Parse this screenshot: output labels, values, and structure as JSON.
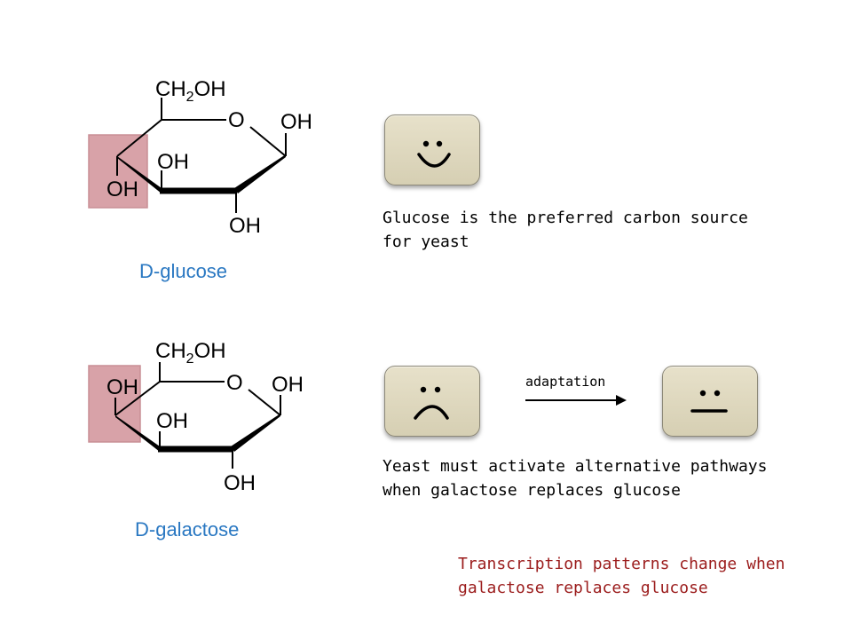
{
  "glucose": {
    "label": "D-glucose",
    "groups": {
      "top": "CH2OH",
      "ring_o": "O",
      "c1": "OH",
      "c2": "OH",
      "c3": "OH",
      "c4": "OH"
    },
    "caption": "Glucose is the preferred carbon source\nfor yeast",
    "face": "happy"
  },
  "galactose": {
    "label": "D-galactose",
    "groups": {
      "top": "CH2OH",
      "ring_o": "O",
      "c1": "OH",
      "c2": "OH",
      "c3": "OH",
      "c4": "OH"
    },
    "caption": "Yeast must activate alternative pathways\nwhen galactose replaces glucose",
    "face_before": "sad",
    "face_after": "neutral",
    "arrow_label": "adaptation"
  },
  "conclusion": "Transcription patterns change when\ngalactose replaces glucose",
  "colors": {
    "label_blue": "#2a78c2",
    "highlight": "#d8a2a8",
    "face_bg": "#e1dbc2",
    "conclusion_red": "#9b1c1c"
  }
}
